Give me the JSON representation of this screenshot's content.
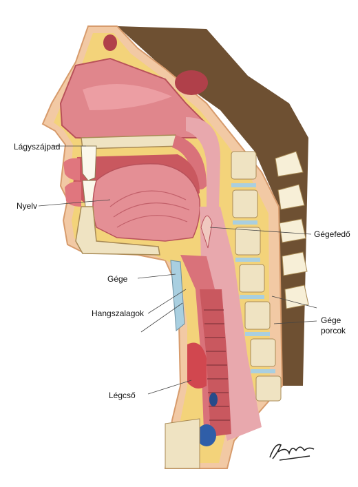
{
  "labels": {
    "soft_palate": "Lágyszájpad",
    "tongue": "Nyelv",
    "epiglottis": "Gégefedő",
    "larynx": "Gége",
    "vocal_cords": "Hangszalagok",
    "laryngeal_cartilages_line1": "Gége",
    "laryngeal_cartilages_line2": "porcok",
    "trachea": "Légcső"
  },
  "colors": {
    "skin": "#f2c9a4",
    "fat": "#f3d37a",
    "muscle": "#d9727a",
    "mucosa": "#e8a8ad",
    "bone": "#efe3c2",
    "disc": "#a9cfe0",
    "hair": "#6e5032",
    "vein": "#2f5ea8",
    "leader": "#444444"
  },
  "signature_icon": "artist-signature-icon"
}
